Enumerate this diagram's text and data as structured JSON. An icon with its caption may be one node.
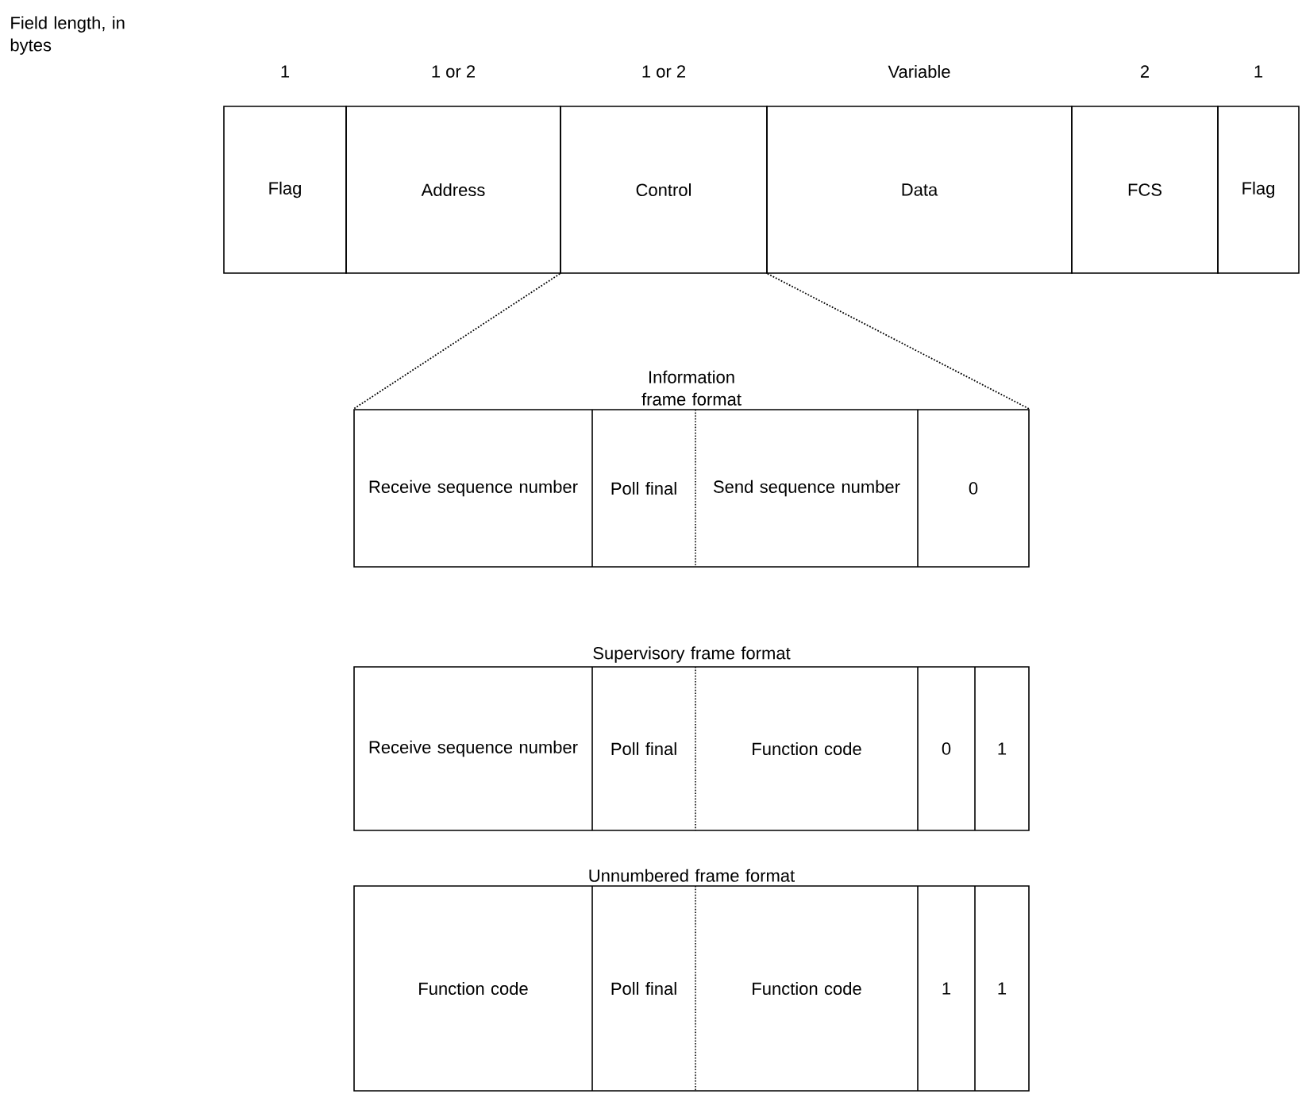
{
  "diagram": {
    "nodes": [
      {
        "text": [
          "Flag"
        ],
        "beside": [
          "1"
        ]
      },
      {
        "text": [
          "Address"
        ],
        "beside": [
          "1 or 2"
        ]
      },
      {
        "text": [
          "Control"
        ],
        "beside": [
          "1 or 2"
        ]
      },
      {
        "text": [
          "Data"
        ],
        "beside": [
          "Variable"
        ]
      },
      {
        "text": [
          "FCS"
        ],
        "beside": [
          "2"
        ]
      },
      {
        "text": [
          "Flag"
        ],
        "beside": [
          "1"
        ]
      },
      {
        "text": [
          "Information frame format"
        ]
      },
      {
        "text": [
          "Receive sequence number"
        ],
        "in": 6
      },
      {
        "text": [
          "Poll final"
        ],
        "in": 6
      },
      {
        "text": [
          "Send sequence number"
        ],
        "in": 6
      },
      {
        "text": [
          "0"
        ],
        "in": 6
      },
      {
        "text": [
          "Supervisory frame format"
        ]
      },
      {
        "text": [
          "Receive sequence number"
        ],
        "in": 11
      },
      {
        "text": [
          "Poll final"
        ],
        "in": 11
      },
      {
        "text": [
          "Function code"
        ],
        "in": 11
      },
      {
        "text": [
          "0"
        ],
        "in": 11
      },
      {
        "text": [
          "1"
        ],
        "in": 11
      },
      {
        "text": [
          "Unnumbered frame format"
        ]
      },
      {
        "text": [
          "Function code"
        ],
        "in": 17
      },
      {
        "text": [
          "Poll final"
        ],
        "in": 17
      },
      {
        "text": [
          "Function code"
        ],
        "in": 17
      },
      {
        "text": [
          "1"
        ],
        "in": 17
      },
      {
        "text": [
          "1"
        ],
        "in": 17
      }
    ],
    "edges": [
      {
        "from": 2,
        "to": 6,
        "arrow": "none",
        "style": "dashed"
      },
      {
        "from": 2,
        "to": 6,
        "arrow": "none",
        "style": "dashed"
      }
    ],
    "labels": [
      "Field length, in bytes"
    ]
  }
}
